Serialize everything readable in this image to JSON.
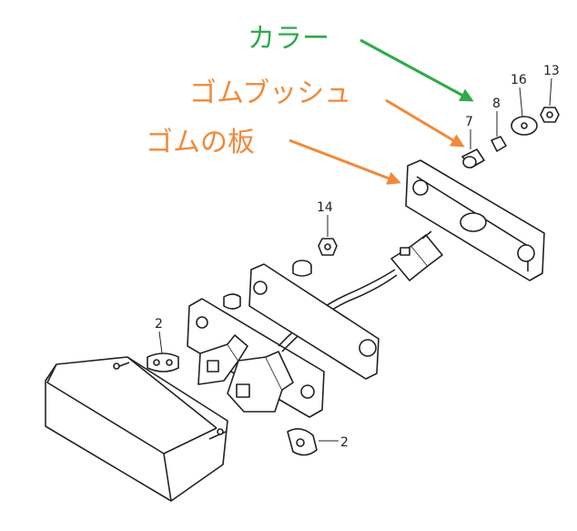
{
  "callouts": {
    "collar": "カラー",
    "rubber_bush": "ゴムブッシュ",
    "rubber_plate": "ゴムの板"
  },
  "part_numbers": {
    "p7": "7",
    "p8": "8",
    "p16": "16",
    "p13": "13",
    "p14": "14",
    "p2_upper": "2",
    "p2_lower": "2"
  },
  "colors": {
    "collar_annotation": "#2eaa4a",
    "rubber_annotation": "#f08a3a",
    "line_art": "#222222"
  }
}
